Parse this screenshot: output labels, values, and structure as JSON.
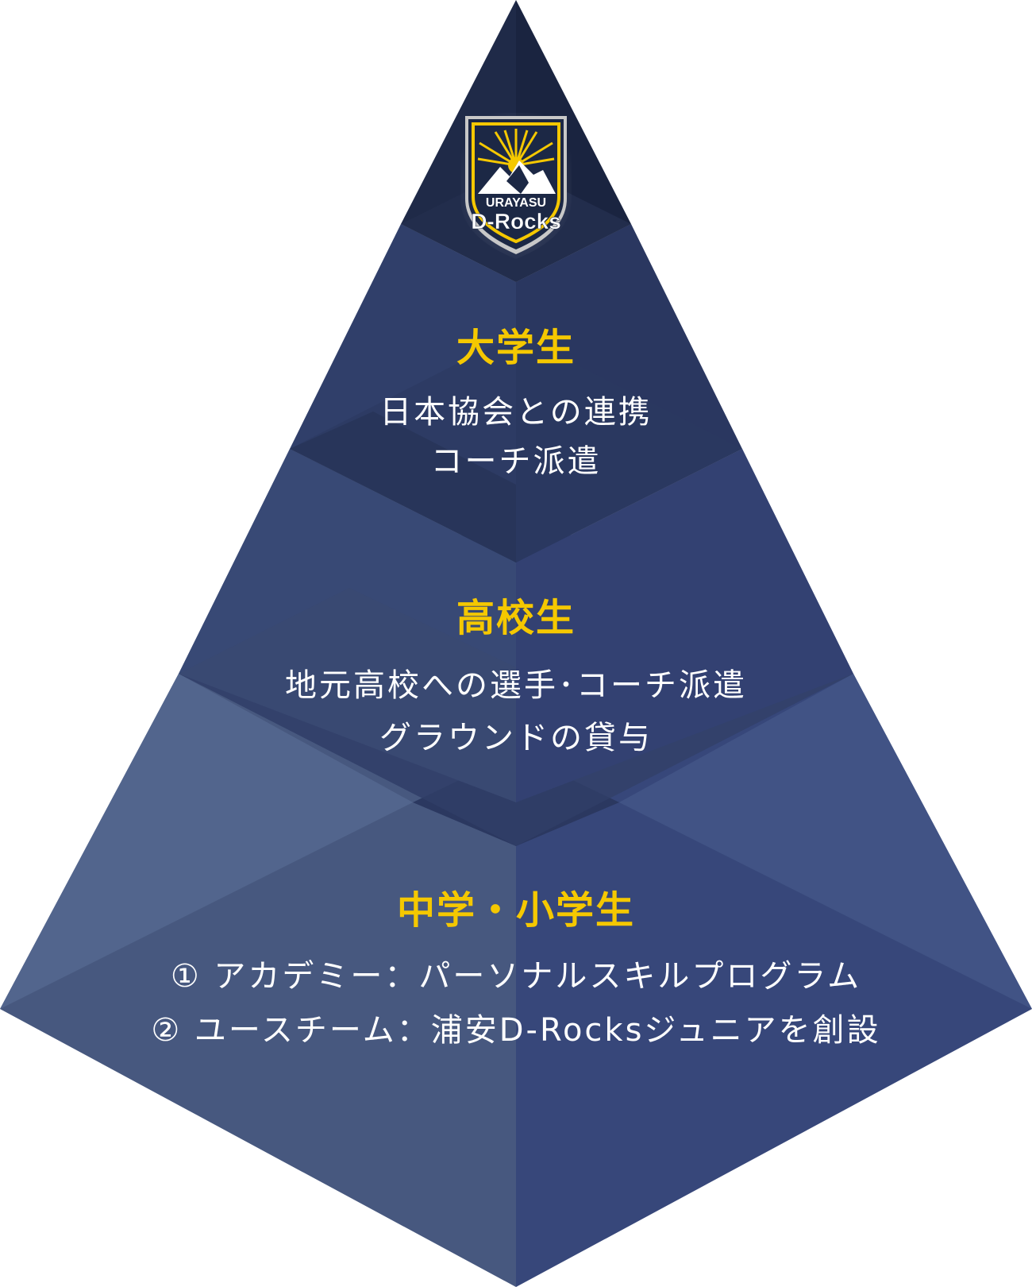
{
  "logo": {
    "icon": "urayasu-d-rocks-crest-icon",
    "line1": "URAYASU",
    "line2": "D-Rocks",
    "colors": {
      "gold": "#f5c800",
      "navy": "#1c2845",
      "white": "#ffffff"
    }
  },
  "tiers": [
    {
      "title": "大学生",
      "lines": [
        "日本協会との連携",
        "コーチ派遣"
      ]
    },
    {
      "title": "高校生",
      "lines": [
        "地元高校への選手･コーチ派遣",
        "グラウンドの貸与"
      ]
    },
    {
      "title": "中学・小学生",
      "lines": [
        "① アカデミー：パーソナルスキルプログラム",
        "② ユースチーム：浦安D-Rocksジュニアを創設"
      ]
    }
  ],
  "colors": {
    "title": "#f5c800",
    "text": "#ffffff",
    "background": "#ffffff"
  }
}
